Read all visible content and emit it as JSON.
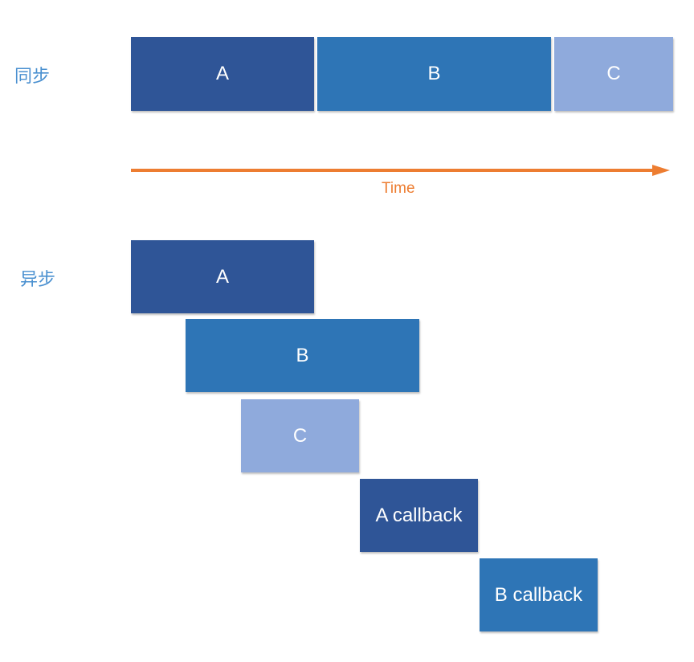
{
  "sync": {
    "label": "同步",
    "blocks": [
      "A",
      "B",
      "C"
    ]
  },
  "timeline": {
    "label": "Time",
    "color": "#ed7d31"
  },
  "async": {
    "label": "异步",
    "blocks": [
      "A",
      "B",
      "C",
      "A callback",
      "B callback"
    ]
  },
  "colors": {
    "label": "#4a90d0",
    "dark_block": "#2f5597",
    "mid_block": "#2e75b6",
    "light_block": "#8faadc"
  }
}
